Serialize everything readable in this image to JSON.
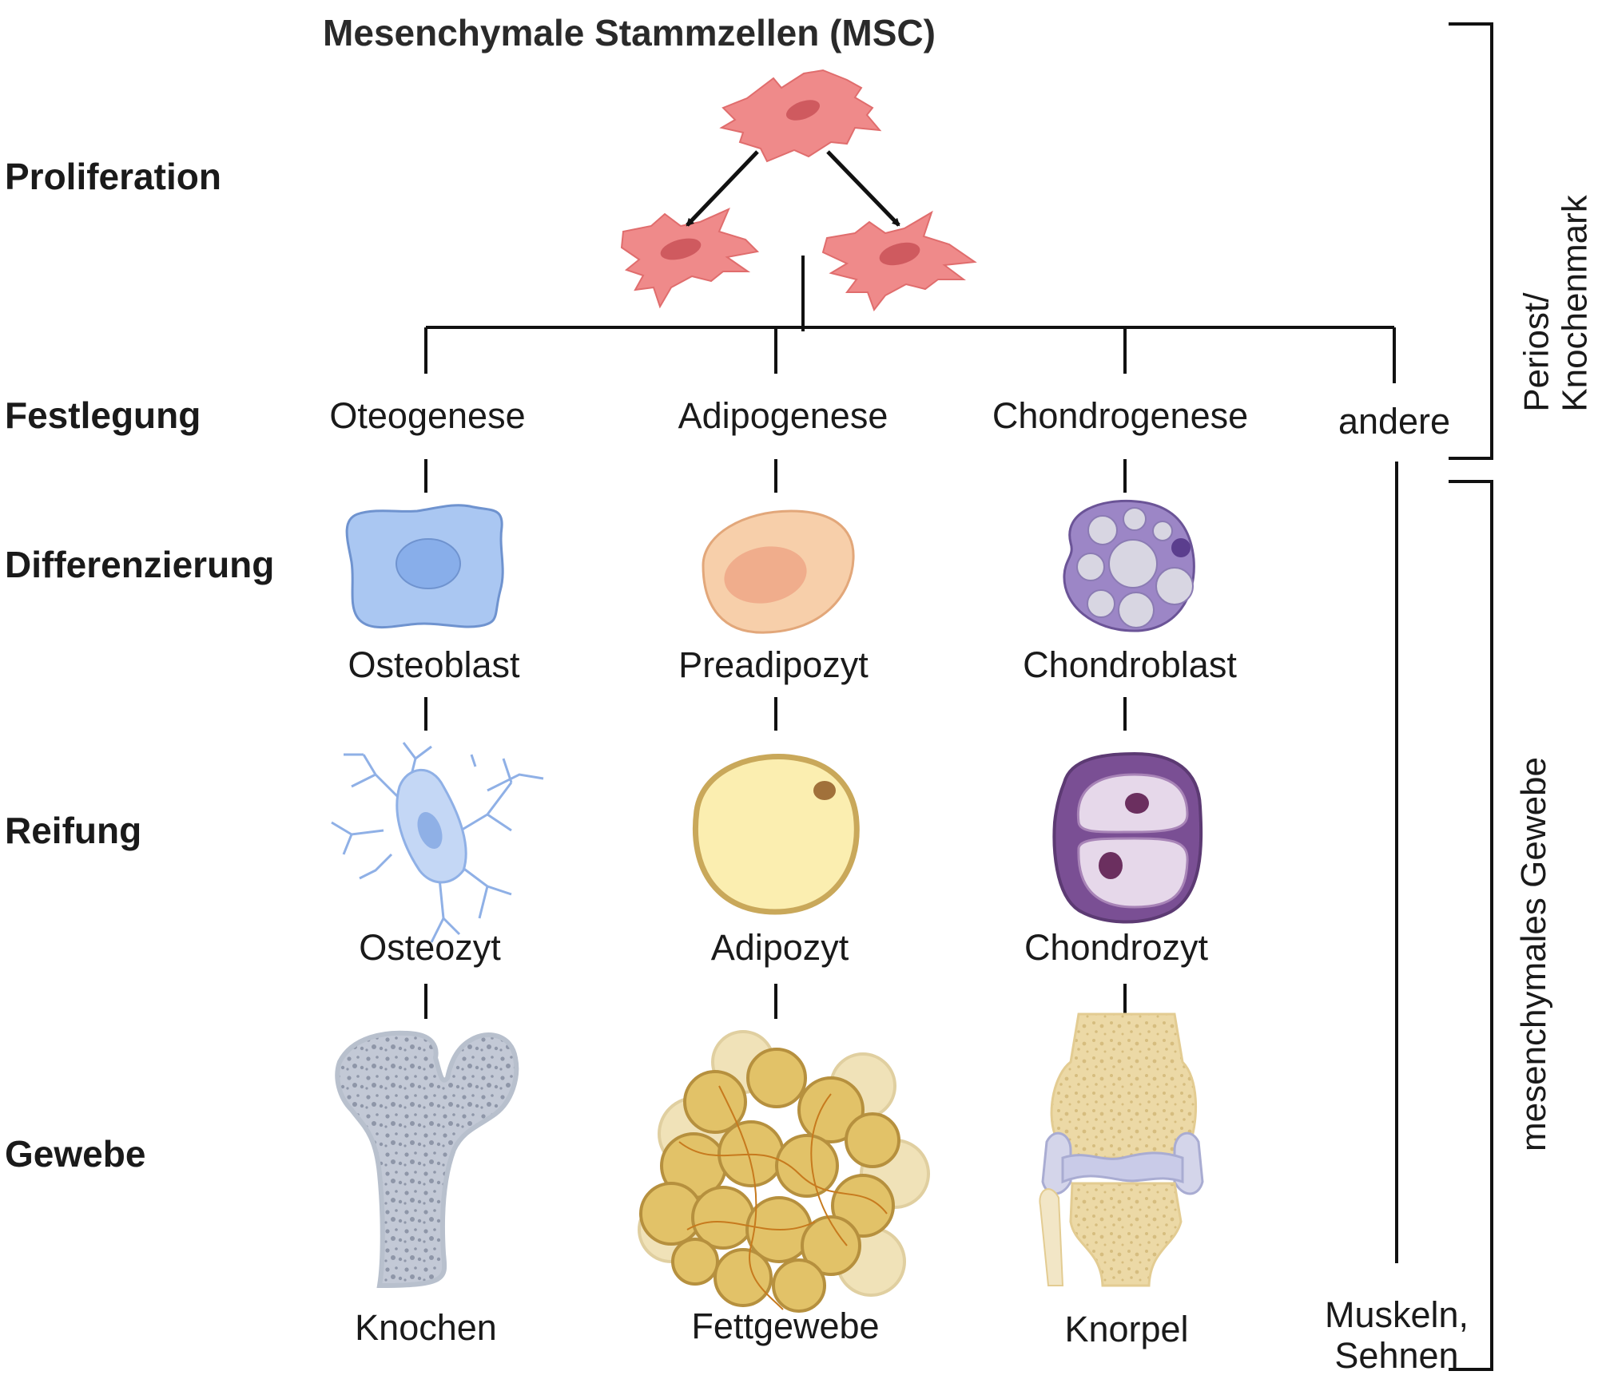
{
  "title": "Mesenchymale Stammzellen (MSC)",
  "stages": {
    "proliferation": "Proliferation",
    "festlegung": "Festlegung",
    "differenzierung": "Differenzierung",
    "reifung": "Reifung",
    "gewebe": "Gewebe"
  },
  "pathways": {
    "osteo": "Oteogenese",
    "adipo": "Adipogenese",
    "chondro": "Chondrogenese",
    "andere": "andere"
  },
  "cells": {
    "osteoblast": "Osteoblast",
    "preadipozyt": "Preadipozyt",
    "chondroblast": "Chondroblast",
    "osteozyt": "Osteozyt",
    "adipozyt": "Adipozyt",
    "chondrozyt": "Chondrozyt"
  },
  "tissues": {
    "knochen": "Knochen",
    "fettgewebe": "Fettgewebe",
    "knorpel": "Knorpel",
    "muskeln_line1": "Muskeln,",
    "muskeln_line2": "Sehnen"
  },
  "brackets": {
    "top_line1": "Periost/",
    "top_line2": "Knochenmark",
    "bottom": "mesenchymales Gewebe"
  },
  "colors": {
    "msc": "#ef8a8a",
    "osteo": "#aac7f2",
    "adipo": "#f7cfaa",
    "chondro": "#9c86c6",
    "fat": "#e2c268"
  }
}
